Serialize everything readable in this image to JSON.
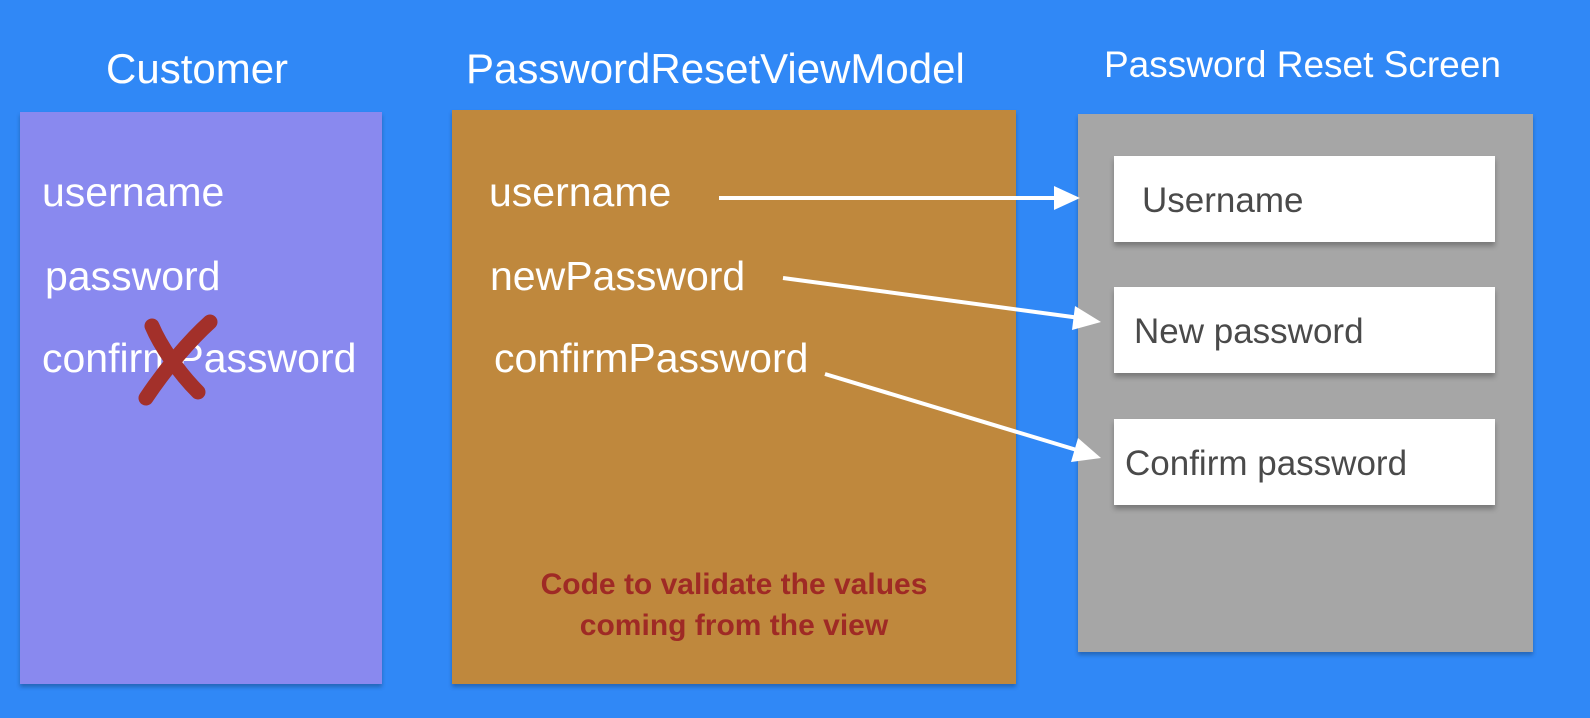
{
  "customer": {
    "title": "Customer",
    "fields": [
      "username",
      "password",
      "confirmPassword"
    ],
    "removed_field_index": 2
  },
  "view_model": {
    "title": "PasswordResetViewModel",
    "fields": [
      "username",
      "newPassword",
      "confirmPassword"
    ],
    "note_line_1": "Code to validate the values",
    "note_line_2": "coming from the view"
  },
  "screen": {
    "title": "Password Reset Screen",
    "inputs": [
      "Username",
      "New password",
      "Confirm password"
    ]
  },
  "colors": {
    "background": "#3088f6",
    "customer_panel": "#8989ef",
    "viewmodel_panel": "#bf883d",
    "screen_panel": "#a6a6a6",
    "cross_mark": "#a3302a",
    "note_text": "#9f2a25"
  }
}
